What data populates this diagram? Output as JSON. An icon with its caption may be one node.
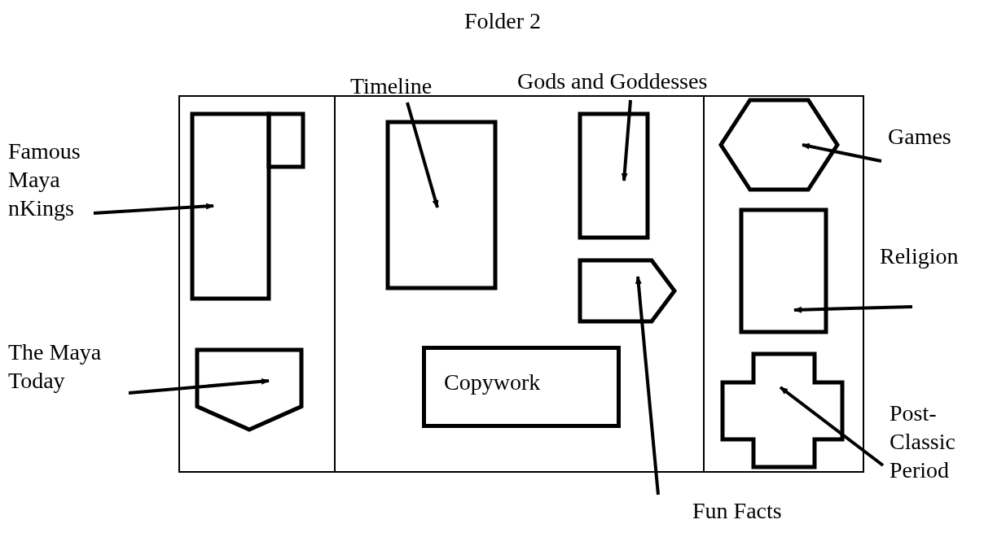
{
  "diagram": {
    "title": "Folder 2",
    "nodes": [
      {
        "text": [
          "Famous Maya nKings"
        ]
      },
      {
        "text": [],
        "shape": "box"
      },
      {
        "text": [],
        "shape": "box"
      },
      {
        "text": [
          "The Maya Today"
        ]
      },
      {
        "text": [],
        "shape": "pentagon"
      },
      {
        "text": [
          "Timeline"
        ]
      },
      {
        "text": [],
        "shape": "box"
      },
      {
        "text": [
          "Gods and Goddesses"
        ]
      },
      {
        "text": [],
        "shape": "box"
      },
      {
        "text": [],
        "shape": "tag"
      },
      {
        "text": [
          "Copywork"
        ]
      },
      {
        "text": [
          "Fun Facts"
        ]
      },
      {
        "text": [
          "Games"
        ]
      },
      {
        "text": [],
        "shape": "hexagon"
      },
      {
        "text": [
          "Religion"
        ]
      },
      {
        "text": [],
        "shape": "box"
      },
      {
        "text": [
          "Post-Classic Period"
        ]
      },
      {
        "text": [],
        "shape": "cross"
      }
    ],
    "edges": [
      {
        "from": 0,
        "to": 1,
        "arrow": "to"
      },
      {
        "from": 3,
        "to": 4,
        "arrow": "to"
      },
      {
        "from": 5,
        "to": 6,
        "arrow": "to"
      },
      {
        "from": 7,
        "to": 8,
        "arrow": "to"
      },
      {
        "from": 11,
        "to": 9,
        "arrow": "to"
      },
      {
        "from": 12,
        "to": 13,
        "arrow": "to"
      },
      {
        "from": 14,
        "to": 15,
        "arrow": "to"
      },
      {
        "from": 16,
        "to": 17,
        "arrow": "to"
      }
    ]
  }
}
